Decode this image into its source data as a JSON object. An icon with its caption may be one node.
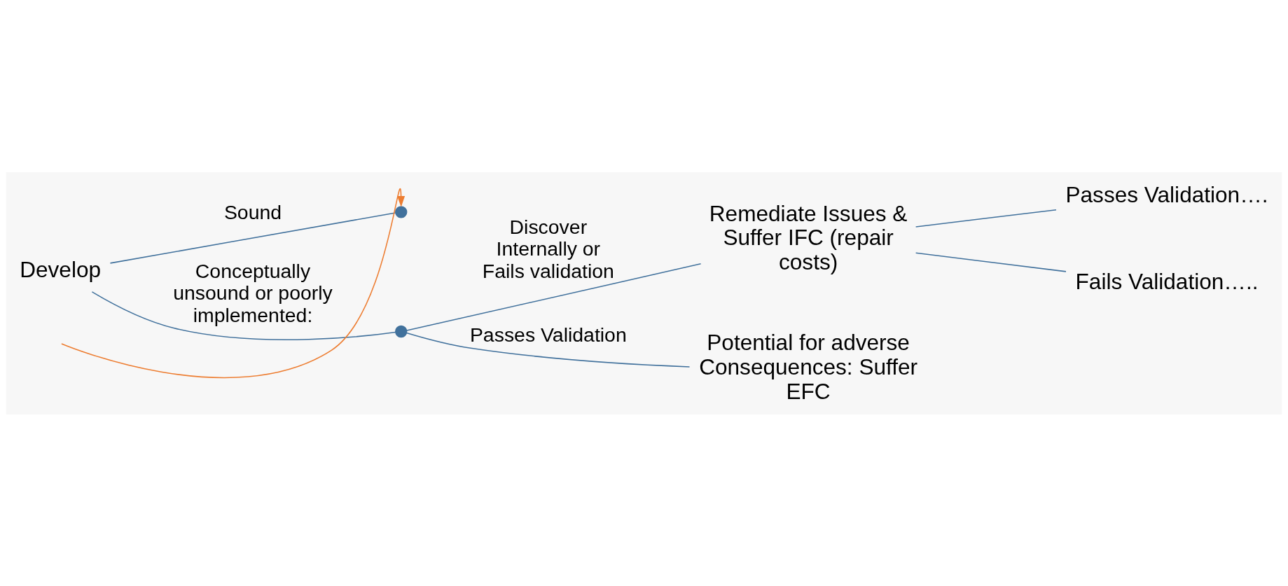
{
  "diagram": {
    "nodes": [
      {
        "text": [
          "Develop"
        ]
      },
      {
        "text": [],
        "shape": "point"
      },
      {
        "text": [],
        "shape": "point"
      },
      {
        "text": [
          "Remediate Issues & Suffer IFC (repair costs)"
        ]
      },
      {
        "text": [
          "Passes Validation…."
        ]
      },
      {
        "text": [
          "Fails Validation….."
        ]
      },
      {
        "text": [
          "Potential for adverse Consequences: Suffer EFC"
        ]
      }
    ],
    "edges": [
      {
        "from": 0,
        "to": 1,
        "arrow": "none",
        "label": "Sound"
      },
      {
        "from": 0,
        "to": 2,
        "arrow": "none",
        "label": "Conceptually unsound or poorly implemented:"
      },
      {
        "from": 2,
        "to": 3,
        "arrow": "none",
        "label": "Discover Internally or Fails validation"
      },
      {
        "from": 3,
        "to": 4,
        "arrow": "none"
      },
      {
        "from": 3,
        "to": 5,
        "arrow": "none"
      },
      {
        "from": 2,
        "to": 6,
        "arrow": "none",
        "label": "Passes Validation"
      },
      {
        "from": null,
        "to": 1,
        "arrow": "to",
        "color": "#ed7d31"
      }
    ]
  }
}
